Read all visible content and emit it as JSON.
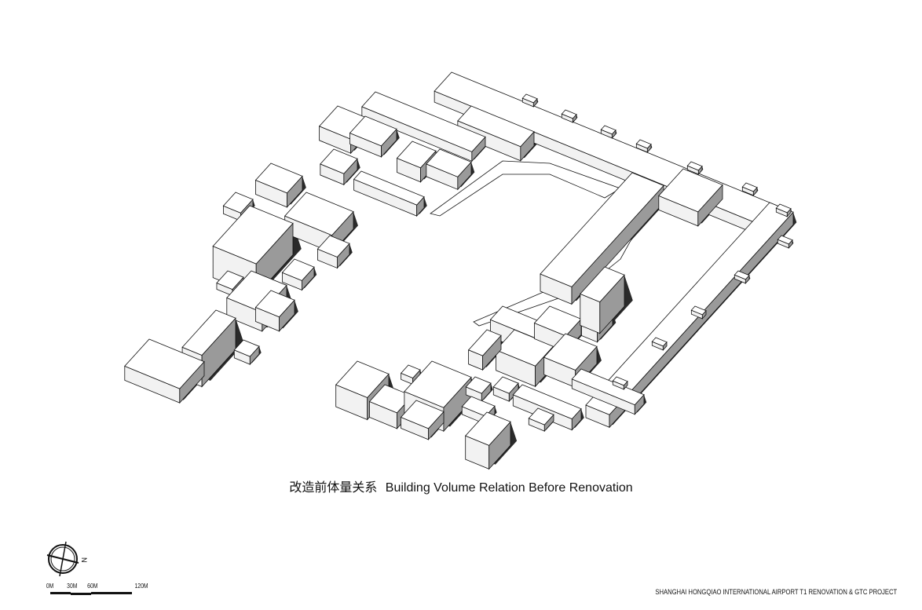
{
  "title": {
    "chinese": "改造前体量关系",
    "english": "Building Volume Relation Before Renovation"
  },
  "footer": "SHANGHAI HONGQIAO INTERNATIONAL AIRPORT T1 RENOVATION & GTC PROJECT",
  "compass": {
    "north_label": "N"
  },
  "scale_bar": {
    "labels": [
      "0M",
      "30M",
      "60M",
      "120M"
    ]
  },
  "colors": {
    "line": "#111111",
    "top_face": "#ffffff",
    "side_light": "#f2f2f2",
    "side_dark": "#9a9a9a",
    "shadow": "#2a2a2a"
  }
}
